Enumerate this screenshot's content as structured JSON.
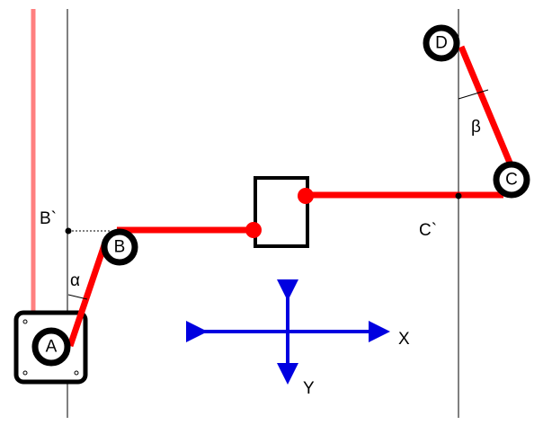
{
  "diagram": {
    "title": "Two-arm linkage with slider and reference angles",
    "joints": [
      {
        "id": "A",
        "label": "A"
      },
      {
        "id": "B",
        "label": "B"
      },
      {
        "id": "C",
        "label": "C"
      },
      {
        "id": "D",
        "label": "D"
      }
    ],
    "projections": [
      {
        "id": "B-prime",
        "label": "B`"
      },
      {
        "id": "C-prime",
        "label": "C`"
      }
    ],
    "angles": [
      {
        "id": "alpha",
        "label": "α"
      },
      {
        "id": "beta",
        "label": "β"
      }
    ],
    "axes": {
      "x_label": "X",
      "y_label": "Y"
    },
    "colors": {
      "arm": "#ff0000",
      "arm_faded": "#ff8080",
      "axes": "#0000e0",
      "outline": "#000000"
    }
  }
}
